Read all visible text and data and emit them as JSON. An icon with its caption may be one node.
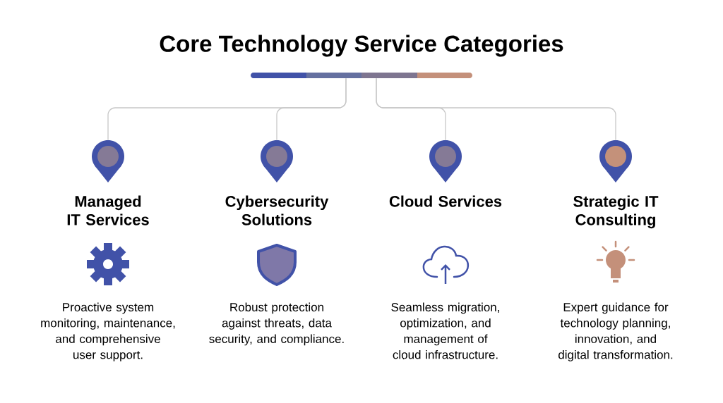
{
  "diagram": {
    "title": "Core Technology Service Categories",
    "nodes": [
      {
        "text": [],
        "shape": "bar"
      },
      {
        "text": [],
        "shape": "pin",
        "beside": [
          "Managed IT Services"
        ]
      },
      {
        "text": [],
        "shape": "pin",
        "beside": [
          "Cybersecurity Solutions"
        ]
      },
      {
        "text": [],
        "shape": "pin",
        "beside": [
          "Cloud Services"
        ]
      },
      {
        "text": [],
        "shape": "pin",
        "beside": [
          "Strategic IT Consulting"
        ]
      }
    ],
    "labels": [
      "Proactive system monitoring, maintenance, and comprehensive user support.",
      "Robust protection against threats, data security, and compliance.",
      "Seamless migration, optimization, and management of cloud infrastructure.",
      "Expert guidance for technology planning, innovation, and digital transformation."
    ],
    "edges": [
      {
        "from": 0,
        "to": 1,
        "arrow": "none"
      },
      {
        "from": 0,
        "to": 2,
        "arrow": "none"
      },
      {
        "from": 0,
        "to": 3,
        "arrow": "none"
      },
      {
        "from": 0,
        "to": 4,
        "arrow": "none"
      }
    ]
  }
}
